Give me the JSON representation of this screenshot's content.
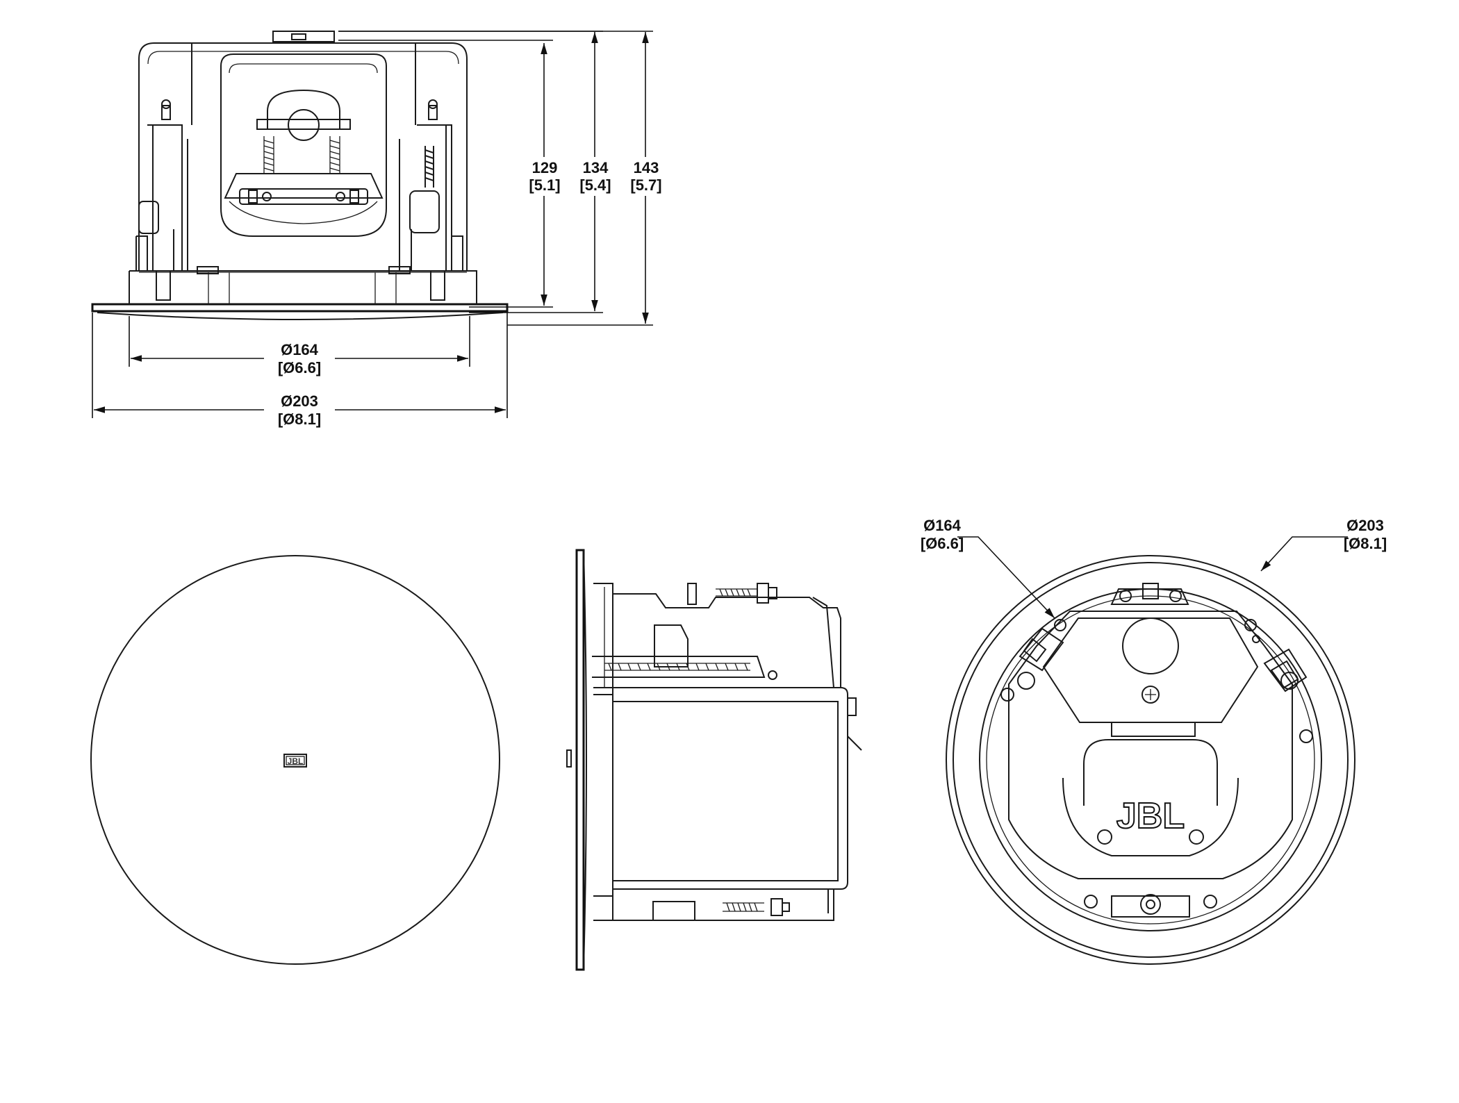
{
  "dimensions": {
    "height_129": {
      "mm": "129",
      "in": "[5.1]"
    },
    "height_134": {
      "mm": "134",
      "in": "[5.4]"
    },
    "height_143": {
      "mm": "143",
      "in": "[5.7]"
    },
    "diameter_164": {
      "mm": "Ø164",
      "in": "[Ø6.6]"
    },
    "diameter_203": {
      "mm": "Ø203",
      "in": "[Ø8.1]"
    }
  },
  "logo": {
    "text": "JBL"
  }
}
